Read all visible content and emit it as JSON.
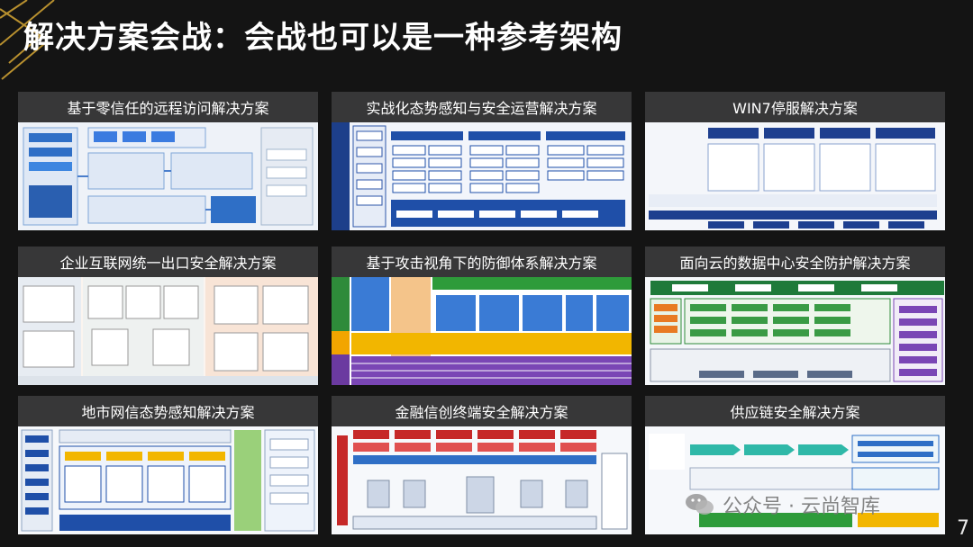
{
  "slide": {
    "title": "解决方案会战：会战也可以是一种参考架构",
    "page_number": "7"
  },
  "watermark": {
    "text": "公众号 · 云尚智库"
  },
  "cards": [
    {
      "title": "基于零信任的远程访问解决方案"
    },
    {
      "title": "实战化态势感知与安全运营解决方案"
    },
    {
      "title": "WIN7停服解决方案"
    },
    {
      "title": "企业互联网统一出口安全解决方案"
    },
    {
      "title": "基于攻击视角下的防御体系解决方案"
    },
    {
      "title": "面向云的数据中心安全防护解决方案"
    },
    {
      "title": "地市网信态势感知解决方案"
    },
    {
      "title": "金融信创终端安全解决方案"
    },
    {
      "title": "供应链安全解决方案"
    }
  ],
  "colors": {
    "background": "#141414",
    "gold": "#b8902f",
    "card_header": "#1c1c1c"
  }
}
